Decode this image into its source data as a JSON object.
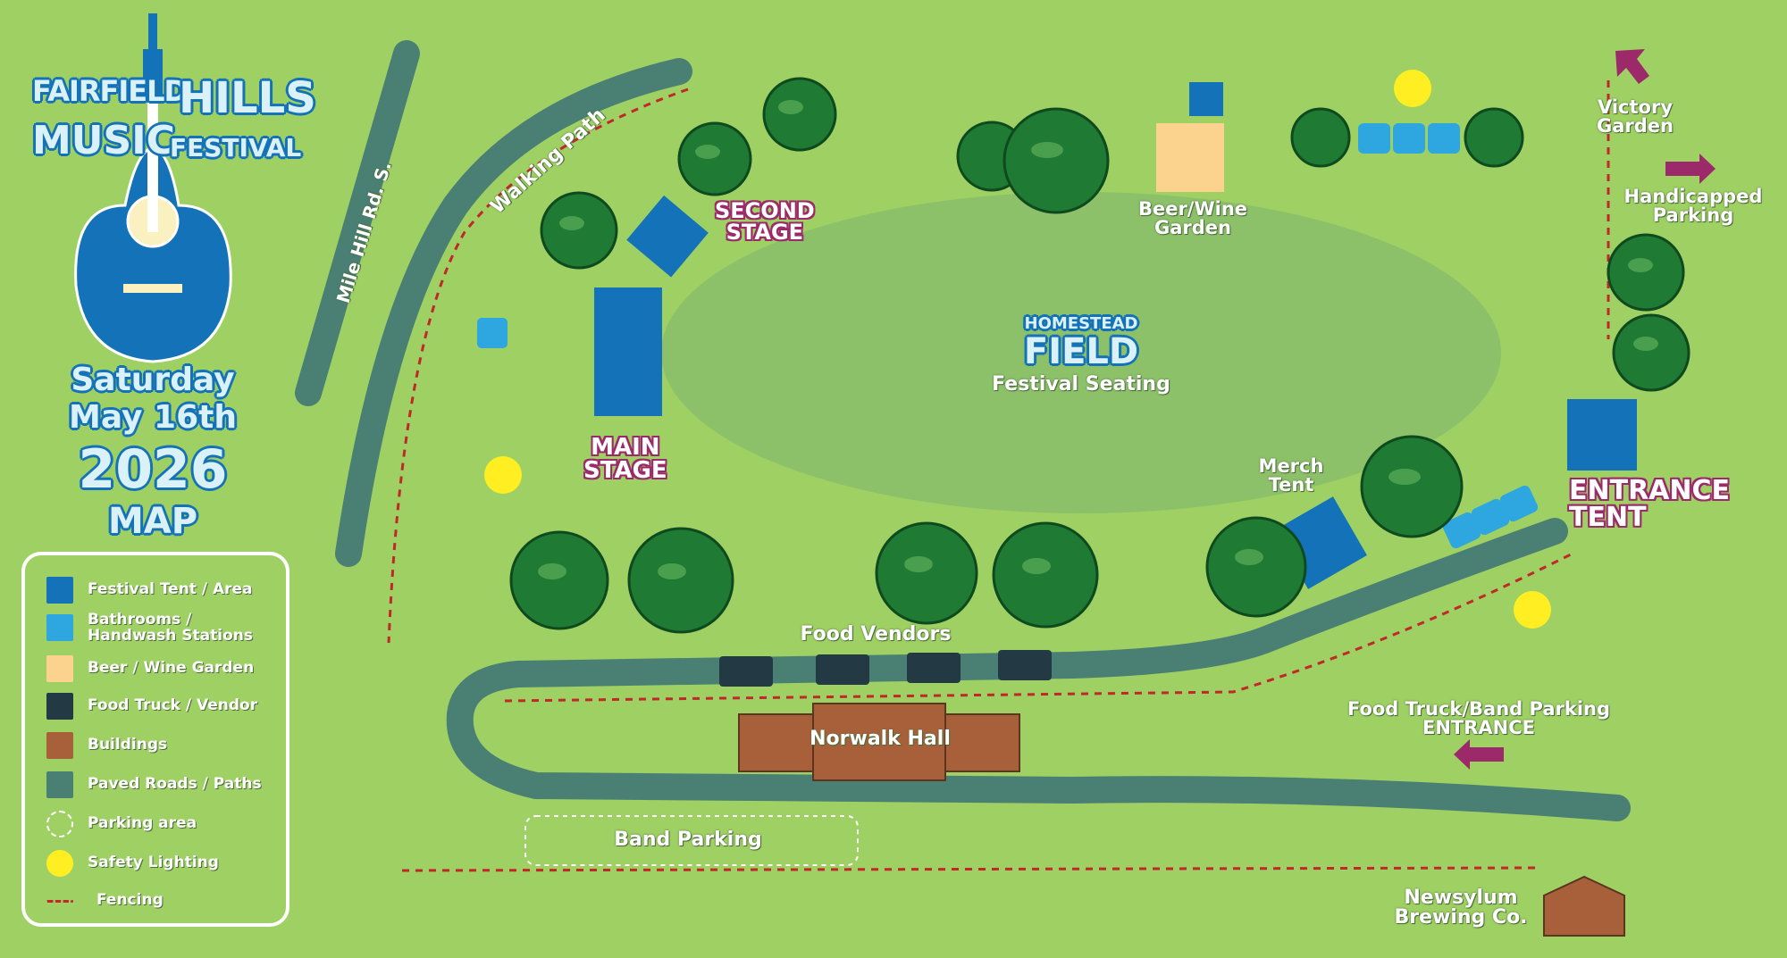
{
  "poster": {
    "title_line1_left": "FAIRFIELD",
    "title_line1_right": "HILLS",
    "title_line2_left": "MUSIC",
    "title_line2_right": "FESTIVAL",
    "day": "Saturday",
    "date": "May 16th",
    "year": "2026",
    "subtitle": "MAP"
  },
  "labels": {
    "mile_hill_road": "Mile Hill Rd. S.",
    "walking_path": "Walking Path",
    "second_stage": [
      "SECOND",
      "STAGE"
    ],
    "main_stage": [
      "MAIN",
      "STAGE"
    ],
    "homestead": "HOMESTEAD",
    "field": "FIELD",
    "festival_seating": "Festival Seating",
    "beer_wine_garden": [
      "Beer/Wine",
      "Garden"
    ],
    "victory_garden": [
      "Victory",
      "Garden"
    ],
    "handicapped_parking": [
      "Handicapped",
      "Parking"
    ],
    "merch_tent": [
      "Merch",
      "Tent"
    ],
    "entrance_tent": [
      "ENTRANCE",
      "TENT"
    ],
    "food_vendors": "Food Vendors",
    "norwalk_hall": "Norwalk Hall",
    "food_truck_band_parking": [
      "Food Truck/Band Parking",
      "ENTRANCE"
    ],
    "band_parking": "Band Parking",
    "newsylum": [
      "Newsylum",
      "Brewing Co."
    ]
  },
  "legend": [
    {
      "label": "Festival Tent / Area",
      "color": "#1472b8"
    },
    {
      "label": "Bathrooms / Handwash Stations",
      "color": "#2ea6e0"
    },
    {
      "label": "Beer / Wine Garden",
      "color": "#fbd38e"
    },
    {
      "label": "Food Truck / Vendor",
      "color": "#233a45"
    },
    {
      "label": "Buildings",
      "color": "#a8603a"
    },
    {
      "label": "Paved Roads / Paths",
      "color": "#4a7f74"
    },
    {
      "label": "Parking area",
      "color": "dashed-outline"
    },
    {
      "label": "Safety Lighting",
      "color": "#ffee22"
    },
    {
      "label": "Fencing",
      "color": "#c0282a"
    }
  ],
  "colors": {
    "grass": "#9fd063",
    "field": "#8cc169",
    "road": "#4a7f74",
    "tent": "#1472b8",
    "bathroom": "#2ea6e0",
    "beer": "#fbd38e",
    "vendor": "#233a45",
    "building": "#a8603a",
    "light": "#ffee22",
    "fence": "#c0282a",
    "tree": "#1f7a34",
    "arrow": "#9c2a6a"
  }
}
